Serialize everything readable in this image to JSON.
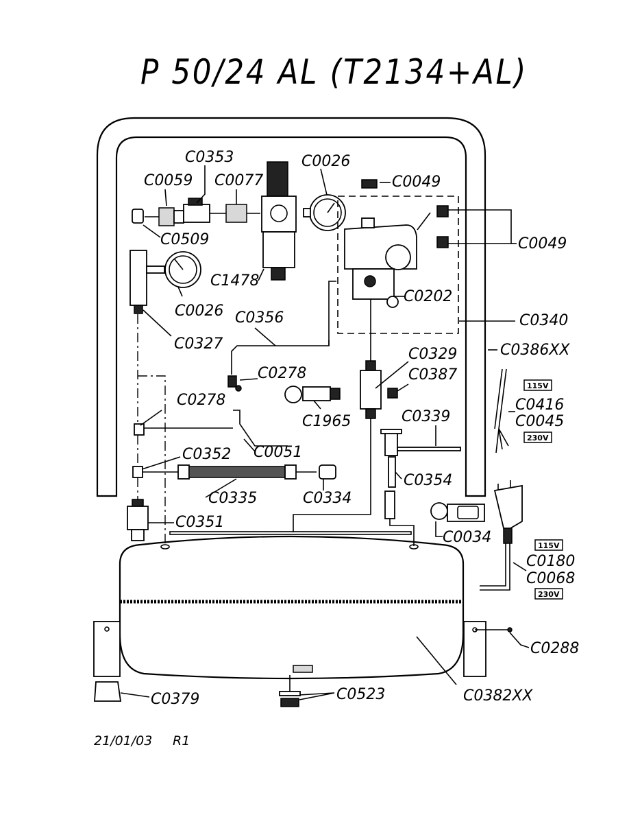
{
  "title": "P 50/24 AL  (T2134+AL)",
  "footer": {
    "date": "21/01/03",
    "revision": "R1"
  },
  "voltage_tags": {
    "low": "115V",
    "high": "230V"
  },
  "parts": [
    {
      "id": "C0353"
    },
    {
      "id": "C0026"
    },
    {
      "id": "C0059"
    },
    {
      "id": "C0077"
    },
    {
      "id": "C0049"
    },
    {
      "id": "C0509"
    },
    {
      "id": "C0049"
    },
    {
      "id": "C1478"
    },
    {
      "id": "C0202"
    },
    {
      "id": "C0026"
    },
    {
      "id": "C0356"
    },
    {
      "id": "C0340"
    },
    {
      "id": "C0327"
    },
    {
      "id": "C0386XX"
    },
    {
      "id": "C0329"
    },
    {
      "id": "C0278"
    },
    {
      "id": "C0387"
    },
    {
      "id": "C0278"
    },
    {
      "id": "C0416"
    },
    {
      "id": "C0045"
    },
    {
      "id": "C1965"
    },
    {
      "id": "C0339"
    },
    {
      "id": "C0051"
    },
    {
      "id": "C0352"
    },
    {
      "id": "C0354"
    },
    {
      "id": "C0335"
    },
    {
      "id": "C0334"
    },
    {
      "id": "C0351"
    },
    {
      "id": "C0034"
    },
    {
      "id": "C0180"
    },
    {
      "id": "C0068"
    },
    {
      "id": "C0288"
    },
    {
      "id": "C0382XX"
    },
    {
      "id": "C0379"
    },
    {
      "id": "C0523"
    }
  ]
}
